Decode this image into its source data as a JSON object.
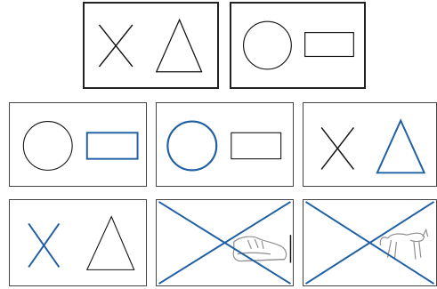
{
  "colors": {
    "black": "#111111",
    "blue": "#1f5fa3",
    "sketch": "#7a7a7a"
  },
  "top_row": [
    {
      "name": "card-cross-triangle",
      "items": [
        {
          "shape": "cross",
          "color": "black"
        },
        {
          "shape": "triangle",
          "color": "black"
        }
      ]
    },
    {
      "name": "card-circle-rectangle",
      "items": [
        {
          "shape": "circle",
          "color": "black"
        },
        {
          "shape": "rectangle",
          "color": "black"
        }
      ]
    }
  ],
  "grid": [
    {
      "name": "option-circle-blue-rectangle",
      "items": [
        {
          "shape": "circle",
          "color": "black"
        },
        {
          "shape": "rectangle",
          "color": "blue"
        }
      ]
    },
    {
      "name": "option-blue-circle-rectangle",
      "items": [
        {
          "shape": "circle",
          "color": "blue"
        },
        {
          "shape": "rectangle",
          "color": "black"
        }
      ]
    },
    {
      "name": "option-cross-blue-triangle",
      "items": [
        {
          "shape": "cross",
          "color": "black"
        },
        {
          "shape": "triangle",
          "color": "blue"
        }
      ]
    },
    {
      "name": "option-blue-cross-triangle",
      "items": [
        {
          "shape": "cross",
          "color": "blue"
        },
        {
          "shape": "triangle",
          "color": "black"
        }
      ]
    },
    {
      "name": "option-shoe-crossed-out",
      "items": [
        {
          "shape": "big-cross",
          "color": "blue"
        },
        {
          "shape": "shoe-sketch",
          "color": "sketch"
        }
      ]
    },
    {
      "name": "option-cat-crossed-out",
      "items": [
        {
          "shape": "big-cross",
          "color": "blue"
        },
        {
          "shape": "cat-sketch",
          "color": "sketch"
        }
      ]
    }
  ]
}
